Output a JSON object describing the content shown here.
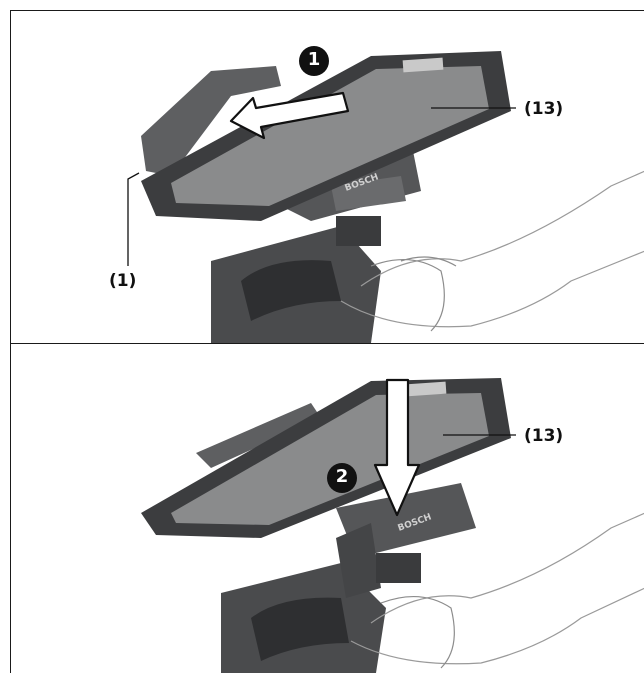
{
  "top_panel": {
    "step_number": "1",
    "callout_device": "(13)",
    "callout_holder": "(1)"
  },
  "bottom_panel": {
    "step_number": "2",
    "callout_device": "(13)"
  },
  "brand_mark": "BOSCH",
  "colors": {
    "device_body": "#3c3d3f",
    "screen": "#8a8b8c",
    "holder": "#5a5b5d",
    "arrow_fill": "#ffffff",
    "arrow_stroke": "#111111",
    "badge": "#111111"
  }
}
